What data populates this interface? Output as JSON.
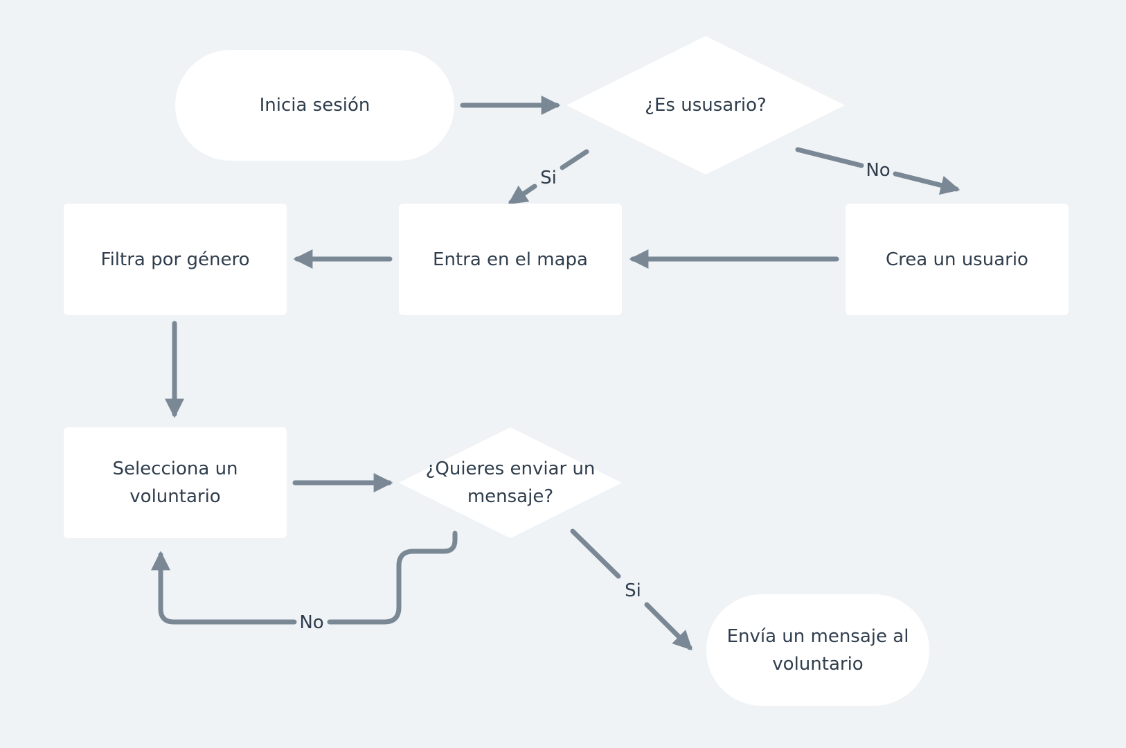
{
  "diagram": {
    "nodes": {
      "inicia_sesion": "Inicia sesión",
      "es_usuario": "¿Es ususario?",
      "entra_mapa": "Entra en el mapa",
      "crea_usuario": "Crea un usuario",
      "filtra_genero": "Filtra por género",
      "selecciona_voluntario": "Selecciona un\nvoluntario",
      "quieres_enviar": "¿Quieres enviar un\nmensaje?",
      "envia_mensaje": "Envía un mensaje al\nvoluntario"
    },
    "edge_labels": {
      "si_1": "Si",
      "no_1": "No",
      "no_2": "No",
      "si_2": "Si"
    }
  },
  "colors": {
    "background": "#eff3f6",
    "node_fill": "#ffffff",
    "edge": "#7a8794",
    "text": "#2f3d4c"
  }
}
